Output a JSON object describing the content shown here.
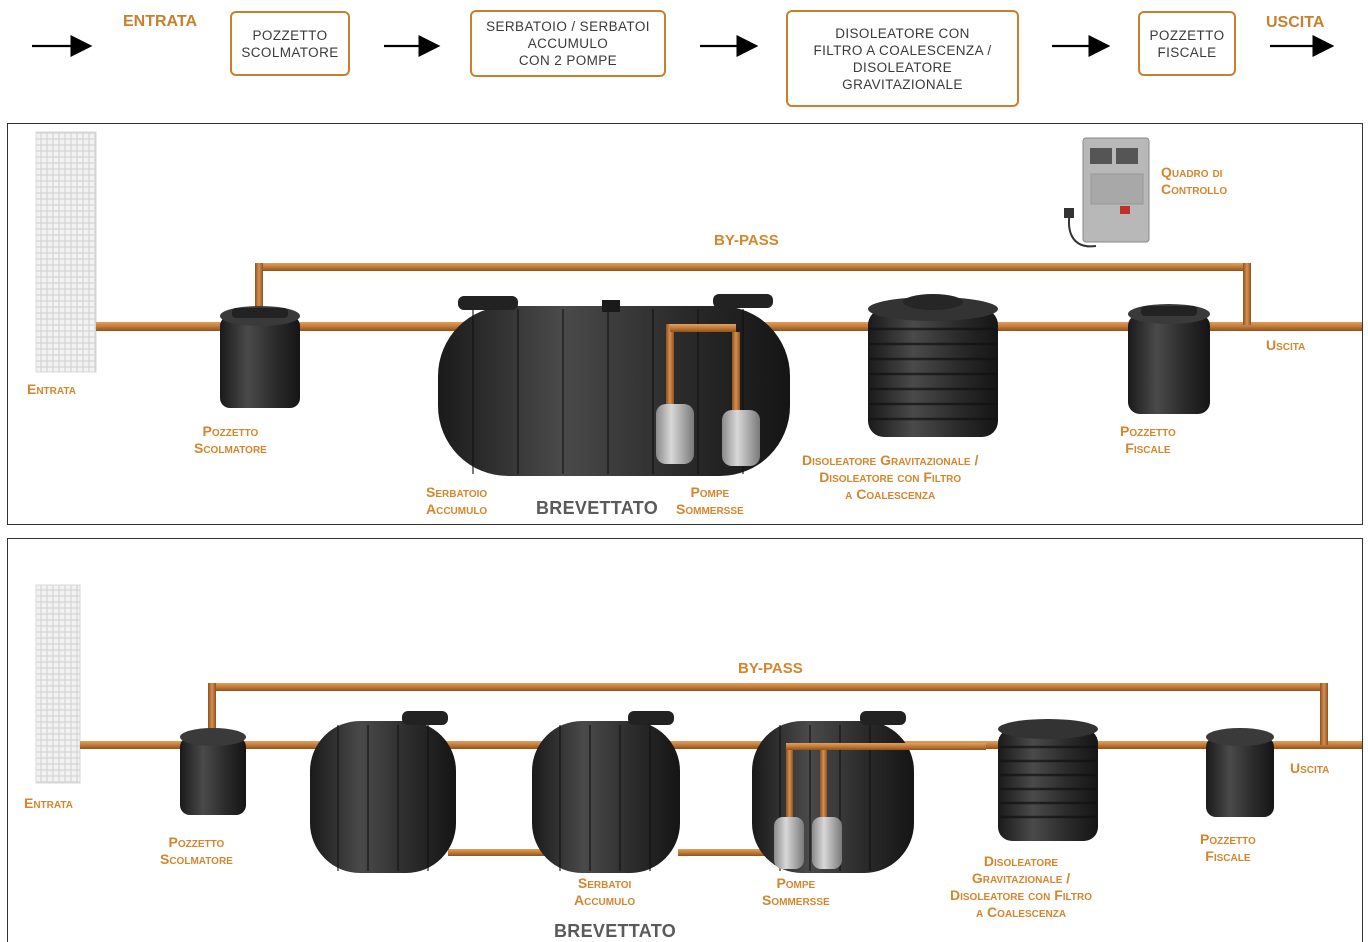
{
  "flow": {
    "inlet_label": "ENTRATA",
    "outlet_label": "USCITA",
    "steps": [
      {
        "lines": [
          "POZZETTO",
          "SCOLMATORE"
        ]
      },
      {
        "lines": [
          "SERBATOIO / SERBATOI",
          "ACCUMULO",
          "CON 2 POMPE"
        ]
      },
      {
        "lines": [
          "DISOLEATORE CON",
          "FILTRO A COALESCENZA /",
          "DISOLEATORE",
          "GRAVITAZIONALE"
        ]
      },
      {
        "lines": [
          "POZZETTO",
          "FISCALE"
        ]
      }
    ]
  },
  "panel_single": {
    "bypass": "BY-PASS",
    "inlet": "Entrata",
    "outlet": "Uscita",
    "control_panel": [
      "Quadro di",
      "Controllo"
    ],
    "overflow_well": [
      "Pozzetto",
      "Scolmatore"
    ],
    "storage_tank": [
      "Serbatoio",
      "Accumulo"
    ],
    "patent": "BREVETTATO",
    "pumps": [
      "Pompe",
      "Sommersse"
    ],
    "oil_separator": [
      "Disoleatore Gravitazionale /",
      "Disoleatore con Filtro",
      "a Coalescenza"
    ],
    "fiscal_well": [
      "Pozzetto",
      "Fiscale"
    ]
  },
  "panel_multi": {
    "bypass": "BY-PASS",
    "inlet": "Entrata",
    "outlet": "Uscita",
    "overflow_well": [
      "Pozzetto",
      "Scolmatore"
    ],
    "storage_tanks": [
      "Serbatoi",
      "Accumulo"
    ],
    "patent": "BREVETTATO",
    "pumps": [
      "Pompe",
      "Sommersse"
    ],
    "oil_separator": [
      "Disoleatore",
      "Gravitazionale /",
      "Disoleatore con Filtro",
      "a Coalescenza"
    ],
    "fiscal_well": [
      "Pozzetto",
      "Fiscale"
    ]
  },
  "colors": {
    "accent": "#d4862e",
    "pipe": "#c47a34",
    "tank": "#2b2b2b",
    "box_border": "#c8802e"
  }
}
